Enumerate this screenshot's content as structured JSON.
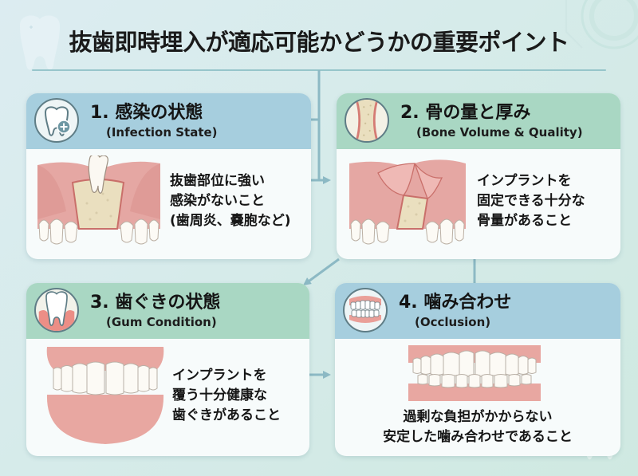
{
  "title": "抜歯即時埋入が適応可能かどうかの重要ポイント",
  "colors": {
    "header_blue": "#a6cede",
    "header_green": "#a9d7c3",
    "connector": "#8cb9c4",
    "gum": "#e39a96",
    "bone": "#eadfbf",
    "card_body": "#f7fbfb"
  },
  "cards": [
    {
      "number": "1.",
      "title_jp": "感染の状態",
      "title_en": "(Infection State)",
      "icon": "tooth-plus-icon",
      "illustration": "extraction-socket-with-tooth",
      "desc": [
        "抜歯部位に強い",
        "感染がないこと",
        "(歯周炎、嚢胞など)"
      ]
    },
    {
      "number": "2.",
      "title_jp": "骨の量と厚み",
      "title_en": "(Bone Volume & Quality)",
      "icon": "bone-cross-section-icon",
      "illustration": "open-socket-bone",
      "desc": [
        "インプラントを",
        "固定できる十分な",
        "骨量があること"
      ]
    },
    {
      "number": "3.",
      "title_jp": "歯ぐきの状態",
      "title_en": "(Gum Condition)",
      "icon": "tooth-gum-icon",
      "illustration": "healthy-gums-teeth",
      "desc": [
        "インプラントを",
        "覆う十分健康な",
        "歯ぐきがあること"
      ]
    },
    {
      "number": "4.",
      "title_jp": "噛み合わせ",
      "title_en": "(Occlusion)",
      "icon": "dentures-icon",
      "illustration": "occlusion-bite",
      "desc": [
        "過剰な負担がかからない",
        "安定した噛み合わせであること"
      ]
    }
  ]
}
